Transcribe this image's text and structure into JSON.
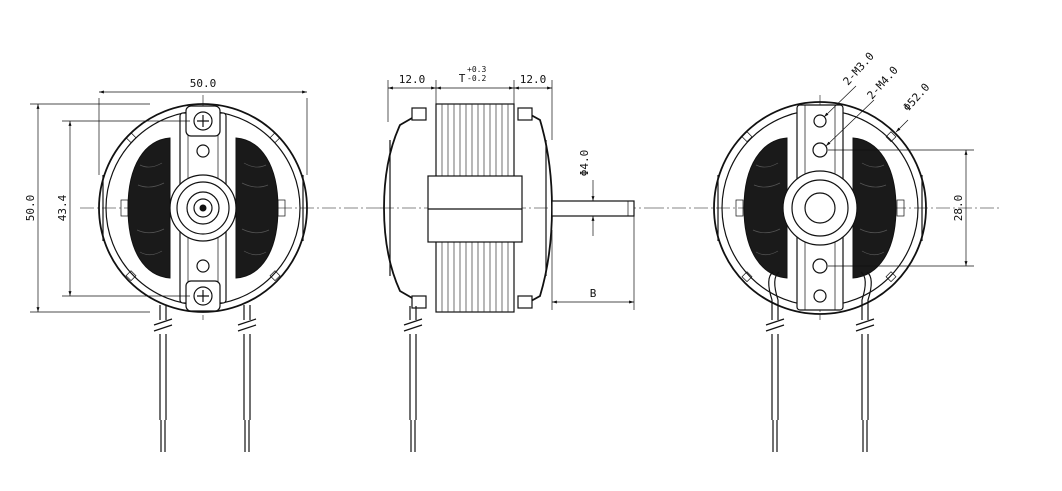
{
  "dimensions": {
    "front_width": "50.0",
    "front_height": "50.0",
    "front_inner_height": "43.4",
    "side_left": "12.0",
    "side_right": "12.0",
    "side_stack": "T",
    "side_stack_tol_upper": "+0.3",
    "side_stack_tol_lower": "-0.2",
    "shaft_diameter": "Φ4.0",
    "shaft_length": "B",
    "rear_hole_m3": "2-M3.0",
    "rear_hole_m4": "2-M4.0",
    "rear_outer_diameter": "Φ52.0",
    "rear_hole_spacing": "28.0"
  }
}
